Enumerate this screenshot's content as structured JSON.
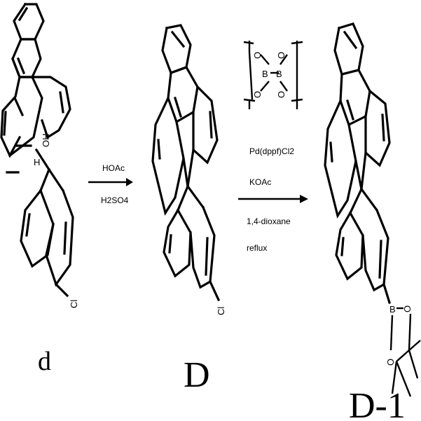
{
  "atoms": {
    "oh": "OH",
    "h": "H",
    "cl_start": "Cl",
    "cl_product": "Cl",
    "b_left": "B",
    "b_right": "B",
    "o": "O",
    "b_final": "B",
    "o_final_top": "O",
    "o_final_left": "O"
  },
  "step1": {
    "reagent_top": "HOAc",
    "reagent_bottom": "H2SO4"
  },
  "step2": {
    "catalyst": "Pd(dppf)Cl2",
    "base": "KOAc",
    "solvent": "1,4-dioxane",
    "condition": "reflux"
  },
  "compounds": {
    "start": "d",
    "intermediate": "D",
    "product": "D-1"
  },
  "colors": {
    "ink": "#000000",
    "background": "#ffffff"
  }
}
